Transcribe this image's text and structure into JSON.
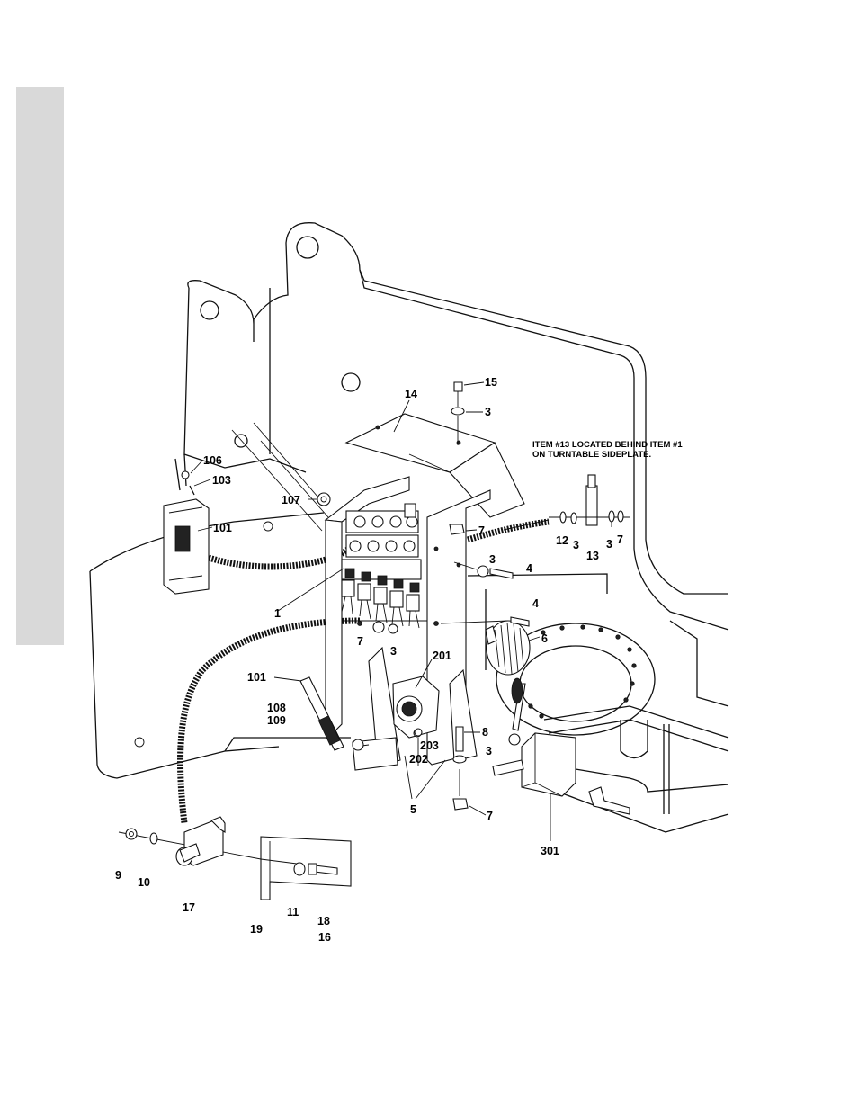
{
  "note": {
    "line1": "ITEM #13 LOCATED BEHIND ITEM #1",
    "line2": "ON TURNTABLE SIDEPLATE."
  },
  "callouts": {
    "c15": "15",
    "c3a": "3",
    "c14": "14",
    "c106": "106",
    "c103": "103",
    "c107": "107",
    "c101a": "101",
    "c7a": "7",
    "c12": "12",
    "c3b": "3",
    "c13": "13",
    "c3c": "3",
    "c7b": "7",
    "c3d": "3",
    "c4a": "4",
    "c1": "1",
    "c4b": "4",
    "c7c": "7",
    "c3e": "3",
    "c6": "6",
    "c201": "201",
    "c101b": "101",
    "c108": "108",
    "c109": "109",
    "c8": "8",
    "c203": "203",
    "c3f": "3",
    "c202": "202",
    "c5": "5",
    "c7d": "7",
    "c301": "301",
    "c9": "9",
    "c10": "10",
    "c17": "17",
    "c11": "11",
    "c18": "18",
    "c16": "16",
    "c19": "19"
  }
}
